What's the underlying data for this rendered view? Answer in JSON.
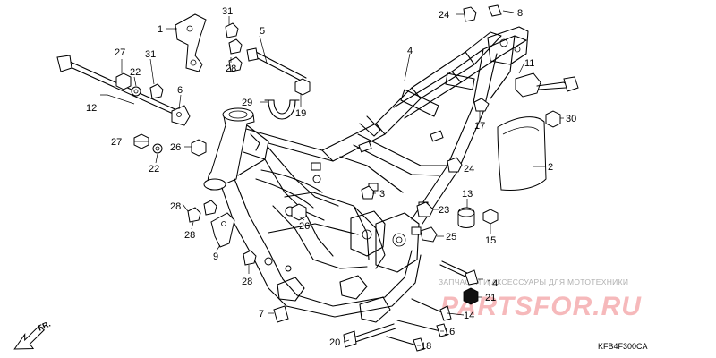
{
  "diagram": {
    "code": "KFB4F300CA",
    "direction": "FR.",
    "callouts": [
      "1",
      "2",
      "3",
      "4",
      "5",
      "6",
      "7",
      "8",
      "9",
      "11",
      "12",
      "13",
      "14",
      "14",
      "15",
      "16",
      "17",
      "18",
      "19",
      "20",
      "21",
      "22",
      "22",
      "23",
      "24",
      "24",
      "25",
      "26",
      "26",
      "27",
      "27",
      "28",
      "28",
      "28",
      "28",
      "29",
      "30",
      "31",
      "31"
    ]
  },
  "watermark": {
    "tagline": "ЗАПЧАСТИ И АКСЕССУАРЫ ДЛЯ МОТОТЕХНИКИ",
    "logo": "PARTSFOR.RU",
    "color": "#f6b9bb"
  }
}
